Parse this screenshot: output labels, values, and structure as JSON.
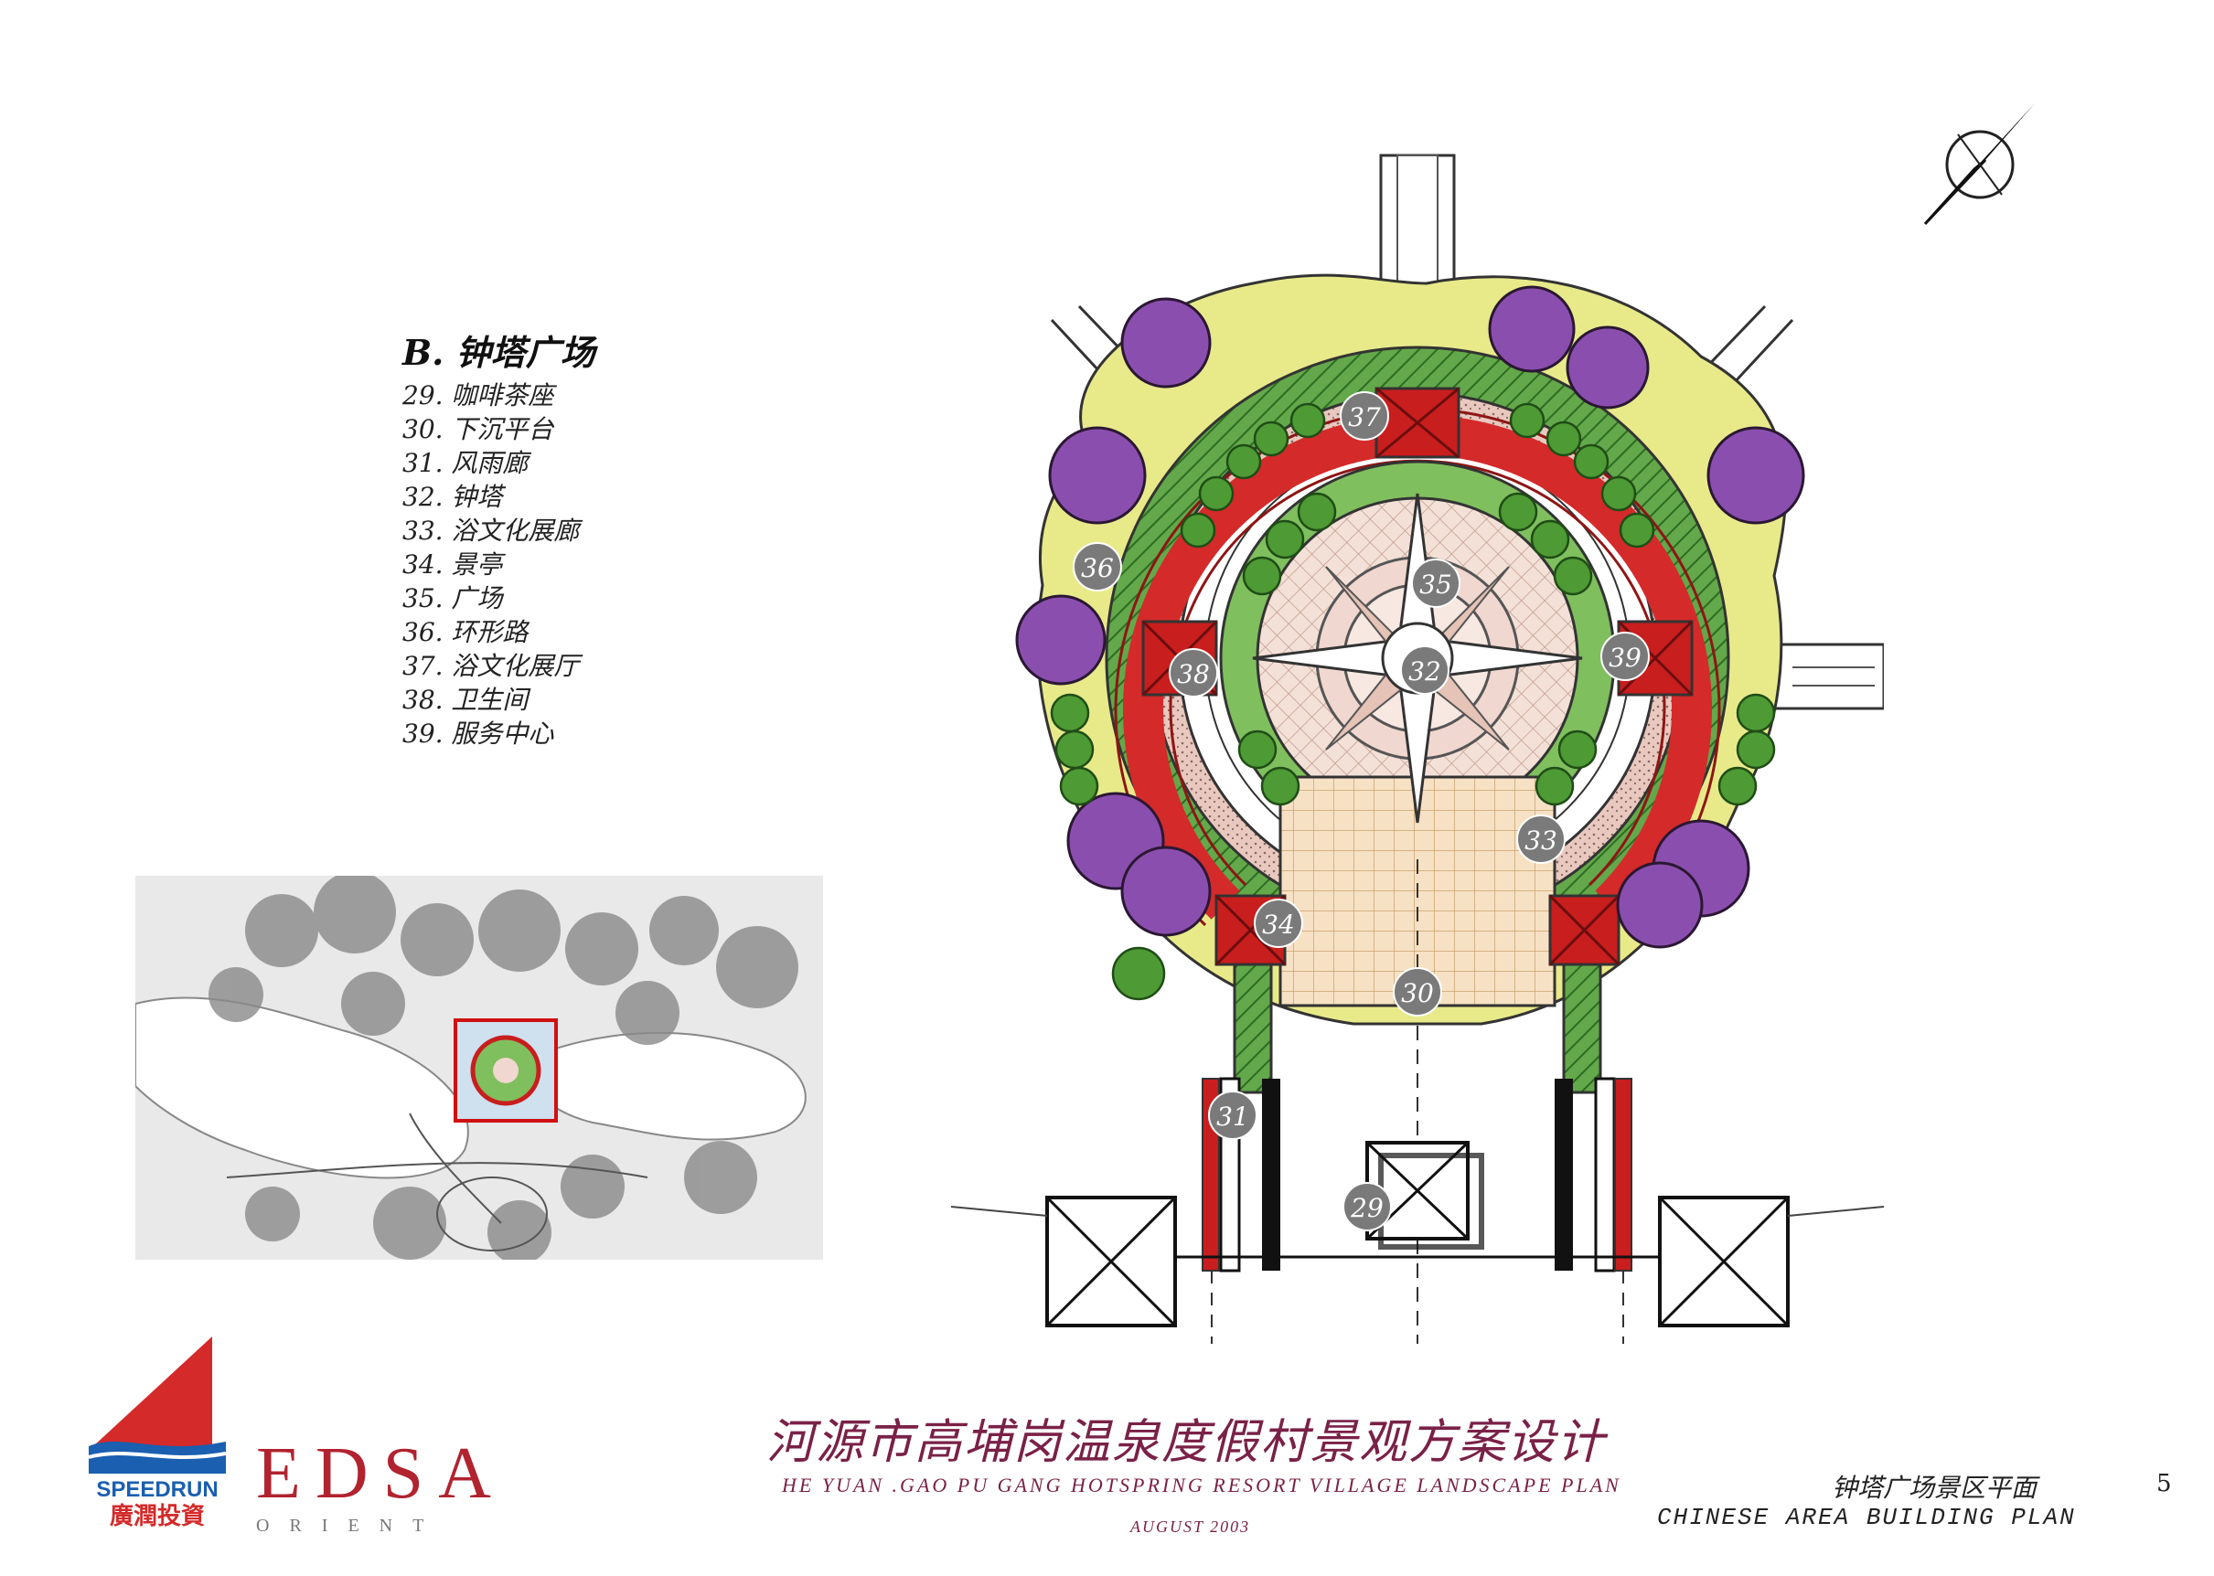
{
  "legend": {
    "title": "B. 钟塔广场",
    "items": [
      "29. 咖啡茶座",
      "30. 下沉平台",
      "31. 风雨廊",
      "32. 钟塔",
      "33. 浴文化展廊",
      "34. 景亭",
      "35. 广场",
      "36. 环形路",
      "37. 浴文化展厅",
      "38. 卫生间",
      "39. 服务中心"
    ]
  },
  "plan_markers": [
    "29",
    "30",
    "31",
    "32",
    "33",
    "34",
    "35",
    "36",
    "37",
    "38",
    "39"
  ],
  "logos": {
    "speedrun_en": "SPEEDRUN",
    "speedrun_cn": "廣潤投資",
    "edsa_main": "EDSA",
    "edsa_sub": "ORIENT"
  },
  "footer": {
    "title_cn": "河源市高埔岗温泉度假村景观方案设计",
    "title_en": "HE YUAN .GAO PU GANG HOTSPRING RESORT VILLAGE LANDSCAPE PLAN",
    "date": "AUGUST 2003",
    "sheet_title_cn": "钟塔广场景区平面",
    "sheet_title_en": "CHINESE AREA BUILDING PLAN",
    "page_number": "5"
  },
  "colors": {
    "ring_red": "#d42a2a",
    "tree_purple": "#8a4fae",
    "lawn_green": "#4f9a3a",
    "plaza_pink": "#efd6cc",
    "title_maroon": "#7a2147",
    "edsa_red": "#b1232f",
    "speedrun_blue": "#1a5fb0"
  },
  "icons": [
    "north-arrow-icon"
  ]
}
